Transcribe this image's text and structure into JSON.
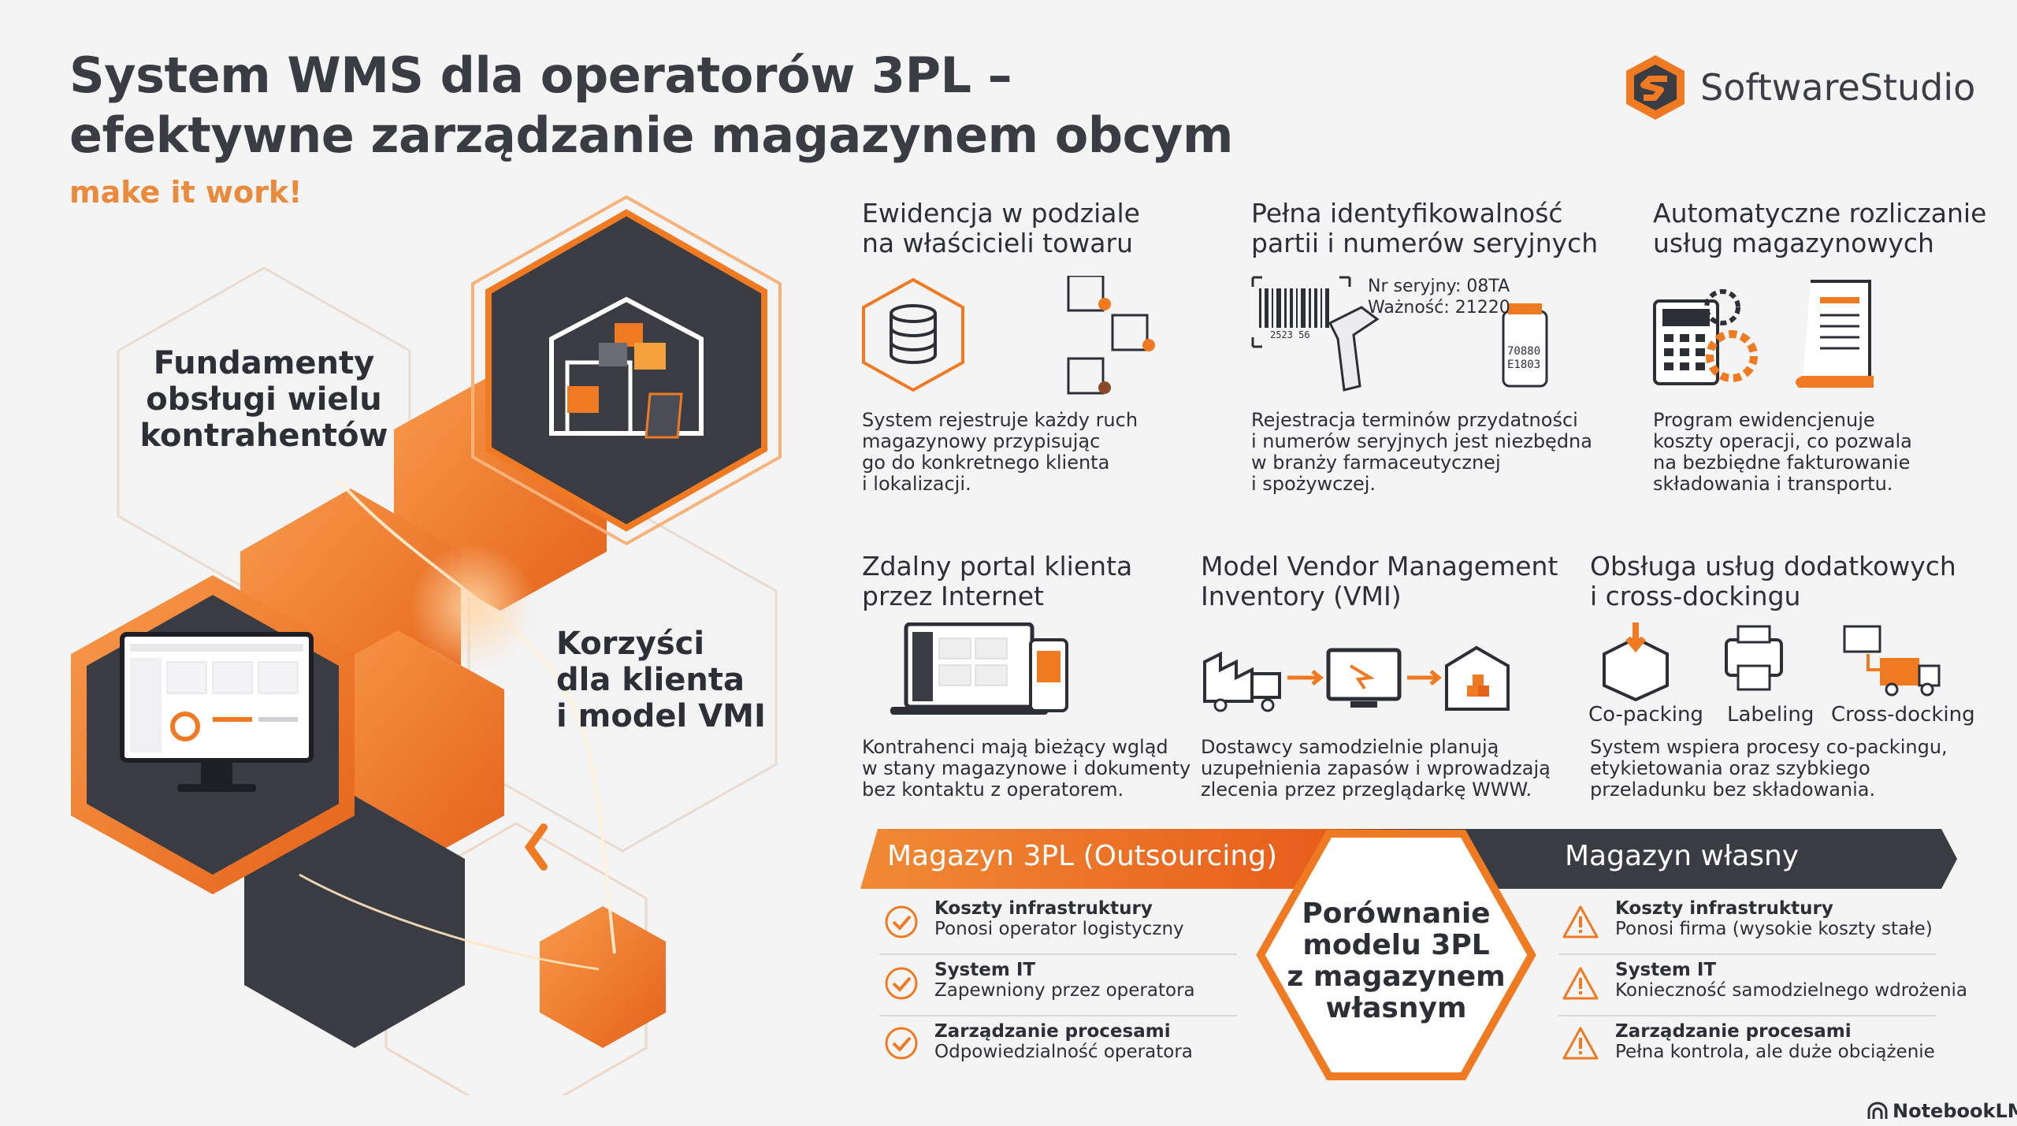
{
  "header": {
    "title_line1": "System WMS dla operatorów 3PL –",
    "title_line2": "efektywne zarządzanie magazynem obcym",
    "tagline": "make it work!"
  },
  "brand": {
    "name": "SoftwareStudio",
    "accent": "#f07a22",
    "dark": "#3a3c44"
  },
  "hexes": {
    "fundamenty": [
      "Fundamenty",
      "obsługi wielu",
      "kontrahentów"
    ],
    "korzysci": [
      "Korzyści",
      "dla klienta",
      "i model VMI"
    ]
  },
  "features": [
    {
      "title": [
        "Ewidencja w podziale",
        "na właścicieli towaru"
      ],
      "desc": [
        "System rejestruje każdy ruch",
        "magazynowy przypisując",
        "go do konkretnego klienta",
        "i lokalizacji."
      ],
      "icon": "database-boxes-icon"
    },
    {
      "title": [
        "Pełna identyfikowalność",
        "partii i numerów seryjnych"
      ],
      "desc": [
        "Rejestracja terminów przydatności",
        "i numerów seryjnych jest niezbędna",
        "w branży farmaceutycznej",
        "i spożywczej."
      ],
      "icon": "barcode-scanner-icon",
      "serial": "Nr seryjny: 08TA",
      "expiry": "Ważność: 21220",
      "barcode_num": "2523 56",
      "bottle_text1": "70880",
      "bottle_text2": "E1803"
    },
    {
      "title": [
        "Automatyczne rozliczanie",
        "usług magazynowych"
      ],
      "desc": [
        "Program ewidencjenuje",
        "koszty operacji, co pozwala",
        "na bezbiędne fakturowanie",
        "składowania i transportu."
      ],
      "icon": "calculator-invoice-icon"
    },
    {
      "title": [
        "Zdalny portal klienta",
        "przez Internet"
      ],
      "desc": [
        "Kontrahenci mają bieżący wgląd",
        "w stany magazynowe i dokumenty",
        "bez kontaktu z operatorem."
      ],
      "icon": "laptop-phone-icon"
    },
    {
      "title": [
        "Model Vendor Management",
        "Inventory (VMI)"
      ],
      "desc": [
        "Dostawcy samodzielnie planują",
        "uzupełnienia zapasów i wprowadzają",
        "zlecenia przez przeglądarkę WWW."
      ],
      "icon": "supply-chain-icon"
    },
    {
      "title": [
        "Obsługa usług dodatkowych",
        "i cross-dockingu"
      ],
      "desc": [
        "System wspiera procesy co-packingu,",
        "etykietowania oraz szybkiego",
        "przeladunku bez składowania."
      ],
      "icon": "services-icon",
      "labels": [
        "Co-packing",
        "Labeling",
        "Cross-docking"
      ]
    }
  ],
  "comparison": {
    "left_title": "Magazyn 3PL (Outsourcing)",
    "right_title": "Magazyn własny",
    "center": [
      "Porównanie",
      "modelu 3PL",
      "z magazynem",
      "własnym"
    ],
    "left": [
      {
        "title": "Koszty infrastruktury",
        "sub": "Ponosi operator logistyczny"
      },
      {
        "title": "System IT",
        "sub": "Zapewniony przez operatora"
      },
      {
        "title": "Zarządzanie procesami",
        "sub": "Odpowiedzialność operatora"
      }
    ],
    "right": [
      {
        "title": "Koszty infrastruktury",
        "sub": "Ponosi firma (wysokie koszty stałe)"
      },
      {
        "title": "System IT",
        "sub": "Konieczność samodzielnego wdrożenia"
      },
      {
        "title": "Zarządzanie procesami",
        "sub": "Pełna kontrola, ale duże obciążenie"
      }
    ]
  },
  "footer": {
    "label": "NotebookLM"
  }
}
